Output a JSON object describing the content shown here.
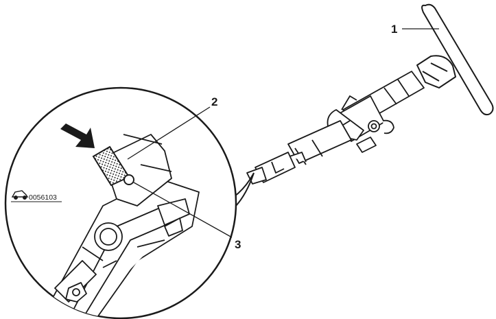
{
  "callouts": [
    {
      "id": "1",
      "label": "1",
      "refers_to": "steering-wheel"
    },
    {
      "id": "2",
      "label": "2",
      "refers_to": "column-adjust-lever"
    },
    {
      "id": "3",
      "label": "3",
      "refers_to": "lock-pin"
    }
  ],
  "reference_code": "0056103",
  "icons": [
    "car-icon",
    "arrow-icon"
  ],
  "colors": {
    "line": "#1a1a1a",
    "background": "#ffffff",
    "hatch": "#1a1a1a"
  }
}
